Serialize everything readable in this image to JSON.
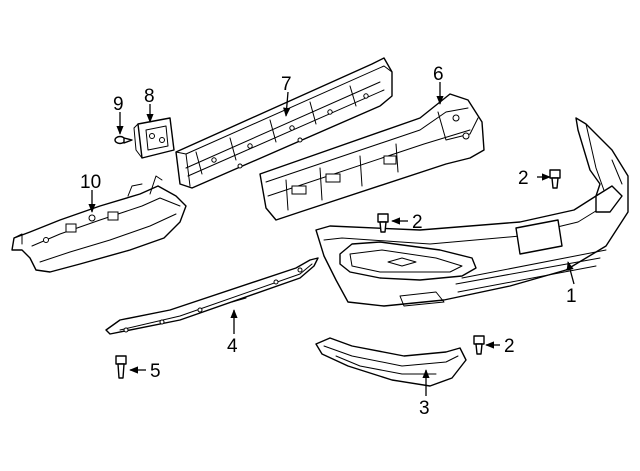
{
  "callouts": {
    "c1": "1",
    "c2a": "2",
    "c2b": "2",
    "c2c": "2",
    "c3": "3",
    "c4": "4",
    "c5": "5",
    "c6": "6",
    "c7": "7",
    "c8": "8",
    "c9": "9",
    "c10": "10"
  },
  "colors": {
    "line": "#000000",
    "background": "#ffffff"
  }
}
